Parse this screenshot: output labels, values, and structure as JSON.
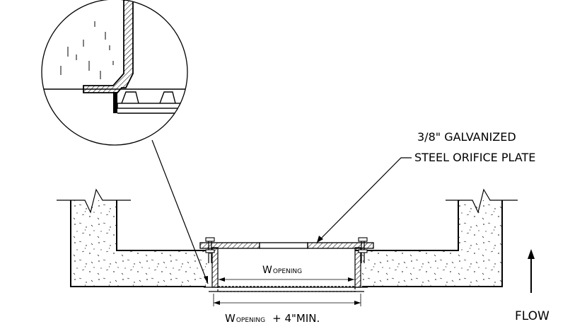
{
  "labels": {
    "plate_line1": "3/8\" GALVANIZED",
    "plate_line2": "STEEL ORIFICE PLATE",
    "w_opening_prefix": "W",
    "w_opening_sub": "OPENING",
    "w_bottom_prefix": "W",
    "w_bottom_sub": "OPENING",
    "w_bottom_suffix": "+ 4\"MIN.",
    "flow": "FLOW"
  }
}
